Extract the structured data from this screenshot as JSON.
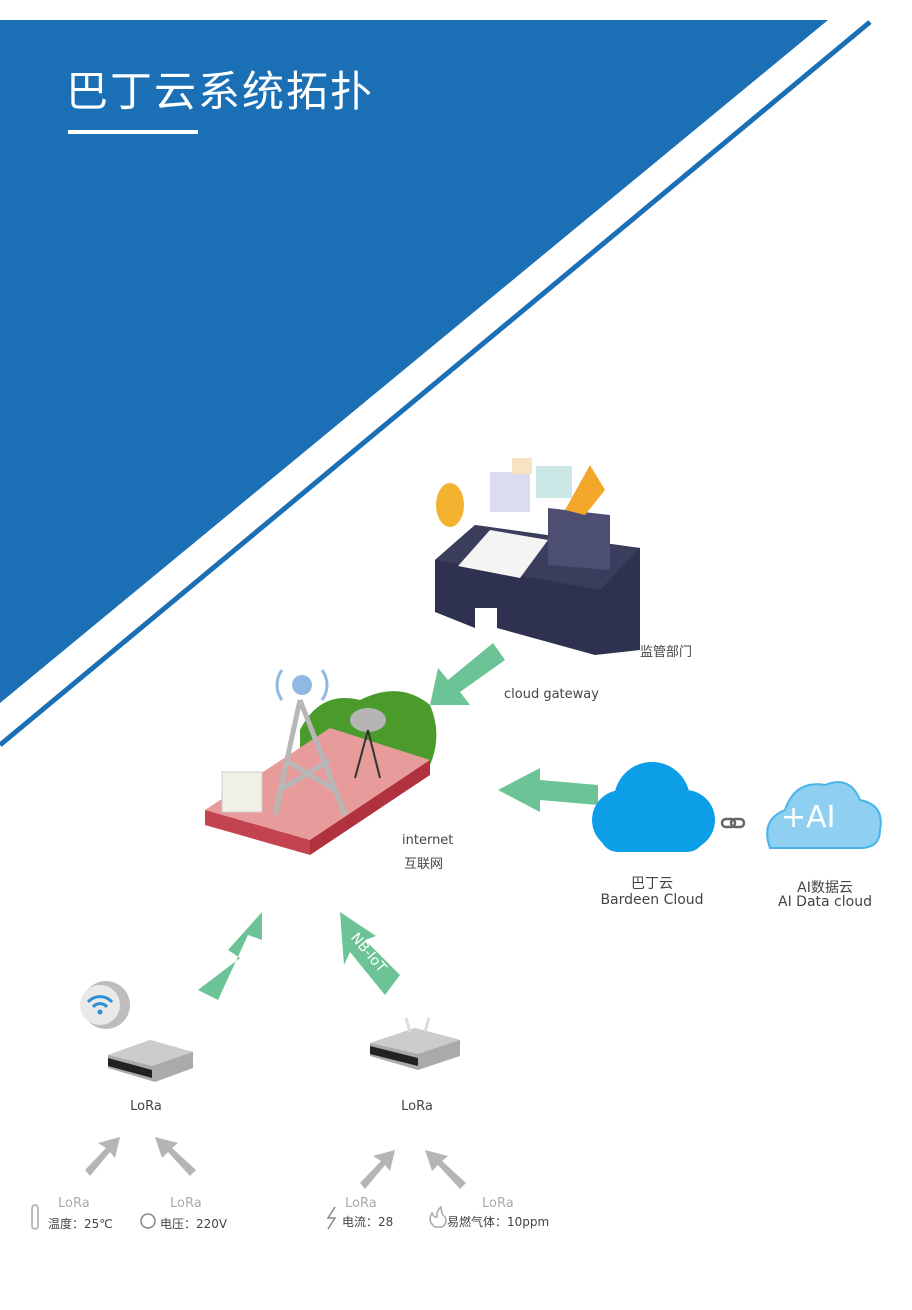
{
  "title": "巴丁云系统拓扑",
  "nodes": {
    "supervision": "监管部门",
    "cloud_gateway": "cloud gateway",
    "internet_en": "internet",
    "internet_cn": "互联网",
    "bardeen_cn": "巴丁云",
    "bardeen_en": "Bardeen Cloud",
    "ai_cn": "AI数据云",
    "ai_en": "AI Data cloud",
    "ai_badge": "+AI"
  },
  "links": {
    "wifi": "WiFi",
    "nbiot": "NB-IoT"
  },
  "gateways": [
    {
      "label": "LoRa"
    },
    {
      "label": "LoRa"
    }
  ],
  "sensors": [
    {
      "proto": "LoRa",
      "reading": "温度：25℃",
      "icon": "thermometer-icon"
    },
    {
      "proto": "LoRa",
      "reading": "电压：220V",
      "icon": "gauge-icon"
    },
    {
      "proto": "LoRa",
      "reading": "电流：28",
      "icon": "lightning-icon"
    },
    {
      "proto": "LoRa",
      "reading": "易燃气体：10ppm",
      "icon": "flame-icon"
    }
  ],
  "colors": {
    "blue": "#1a6fb5",
    "arrow_green": "#6cc395",
    "arrow_gray": "#b5b5b5",
    "cloud": "#0d9ee8"
  }
}
